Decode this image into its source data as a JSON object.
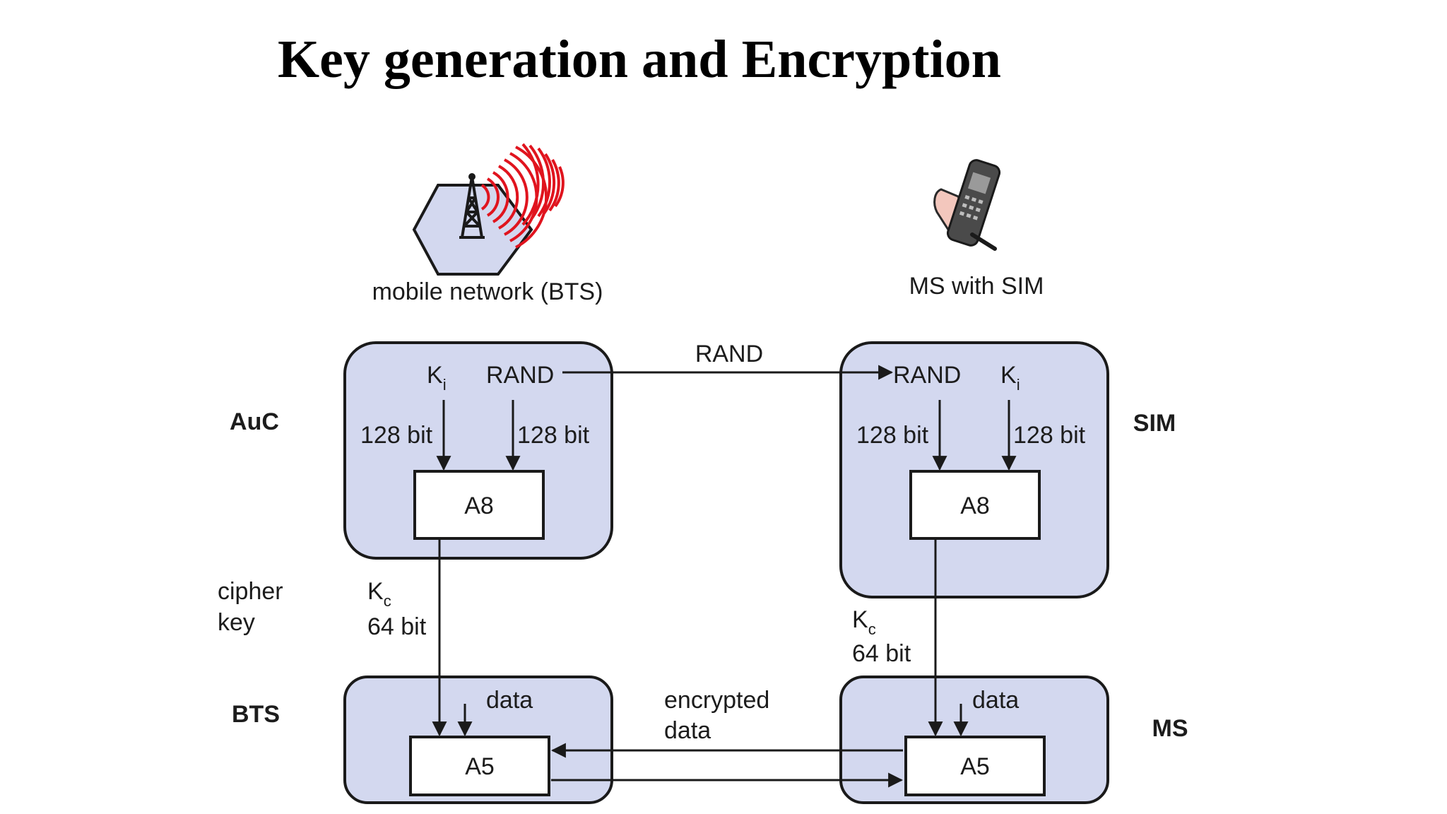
{
  "title": "Key generation and Encryption",
  "top": {
    "network_caption": "mobile network (BTS)",
    "ms_caption": "MS with SIM"
  },
  "side_labels": {
    "auc": "AuC",
    "sim": "SIM",
    "bts": "BTS",
    "ms": "MS",
    "cipher_key_line1": "cipher",
    "cipher_key_line2": "key"
  },
  "auc": {
    "ki_base": "K",
    "ki_sub": "i",
    "rand": "RAND",
    "ki_bits": "128 bit",
    "rand_bits": "128 bit",
    "algorithm": "A8"
  },
  "sim": {
    "rand": "RAND",
    "ki_base": "K",
    "ki_sub": "i",
    "rand_bits": "128 bit",
    "ki_bits": "128 bit",
    "algorithm": "A8"
  },
  "channel": {
    "rand_label": "RAND",
    "encrypted_line1": "encrypted",
    "encrypted_line2": "data"
  },
  "bts": {
    "kc_base": "K",
    "kc_sub": "c",
    "kc_bits": "64 bit",
    "data": "data",
    "algorithm": "A5"
  },
  "ms": {
    "kc_base": "K",
    "kc_sub": "c",
    "kc_bits": "64 bit",
    "data": "data",
    "algorithm": "A5"
  },
  "colors": {
    "panel_fill": "#d3d8ef",
    "panel_stroke": "#1a1a1a",
    "wave_red": "#e0141e",
    "line": "#1a1a1a"
  }
}
